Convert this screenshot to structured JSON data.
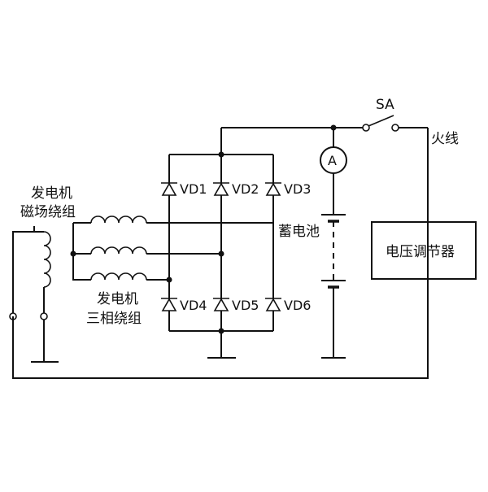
{
  "labels": {
    "field_winding": [
      "发电机",
      "磁场绕组"
    ],
    "stator_winding": [
      "发电机",
      "三相绕组"
    ],
    "switch": "SA",
    "live_wire": "火线",
    "battery": "蓄电池",
    "regulator": "电压调节器",
    "ammeter": "A"
  },
  "diodes": {
    "top": [
      "VD1",
      "VD2",
      "VD3"
    ],
    "bottom": [
      "VD4",
      "VD5",
      "VD6"
    ]
  }
}
